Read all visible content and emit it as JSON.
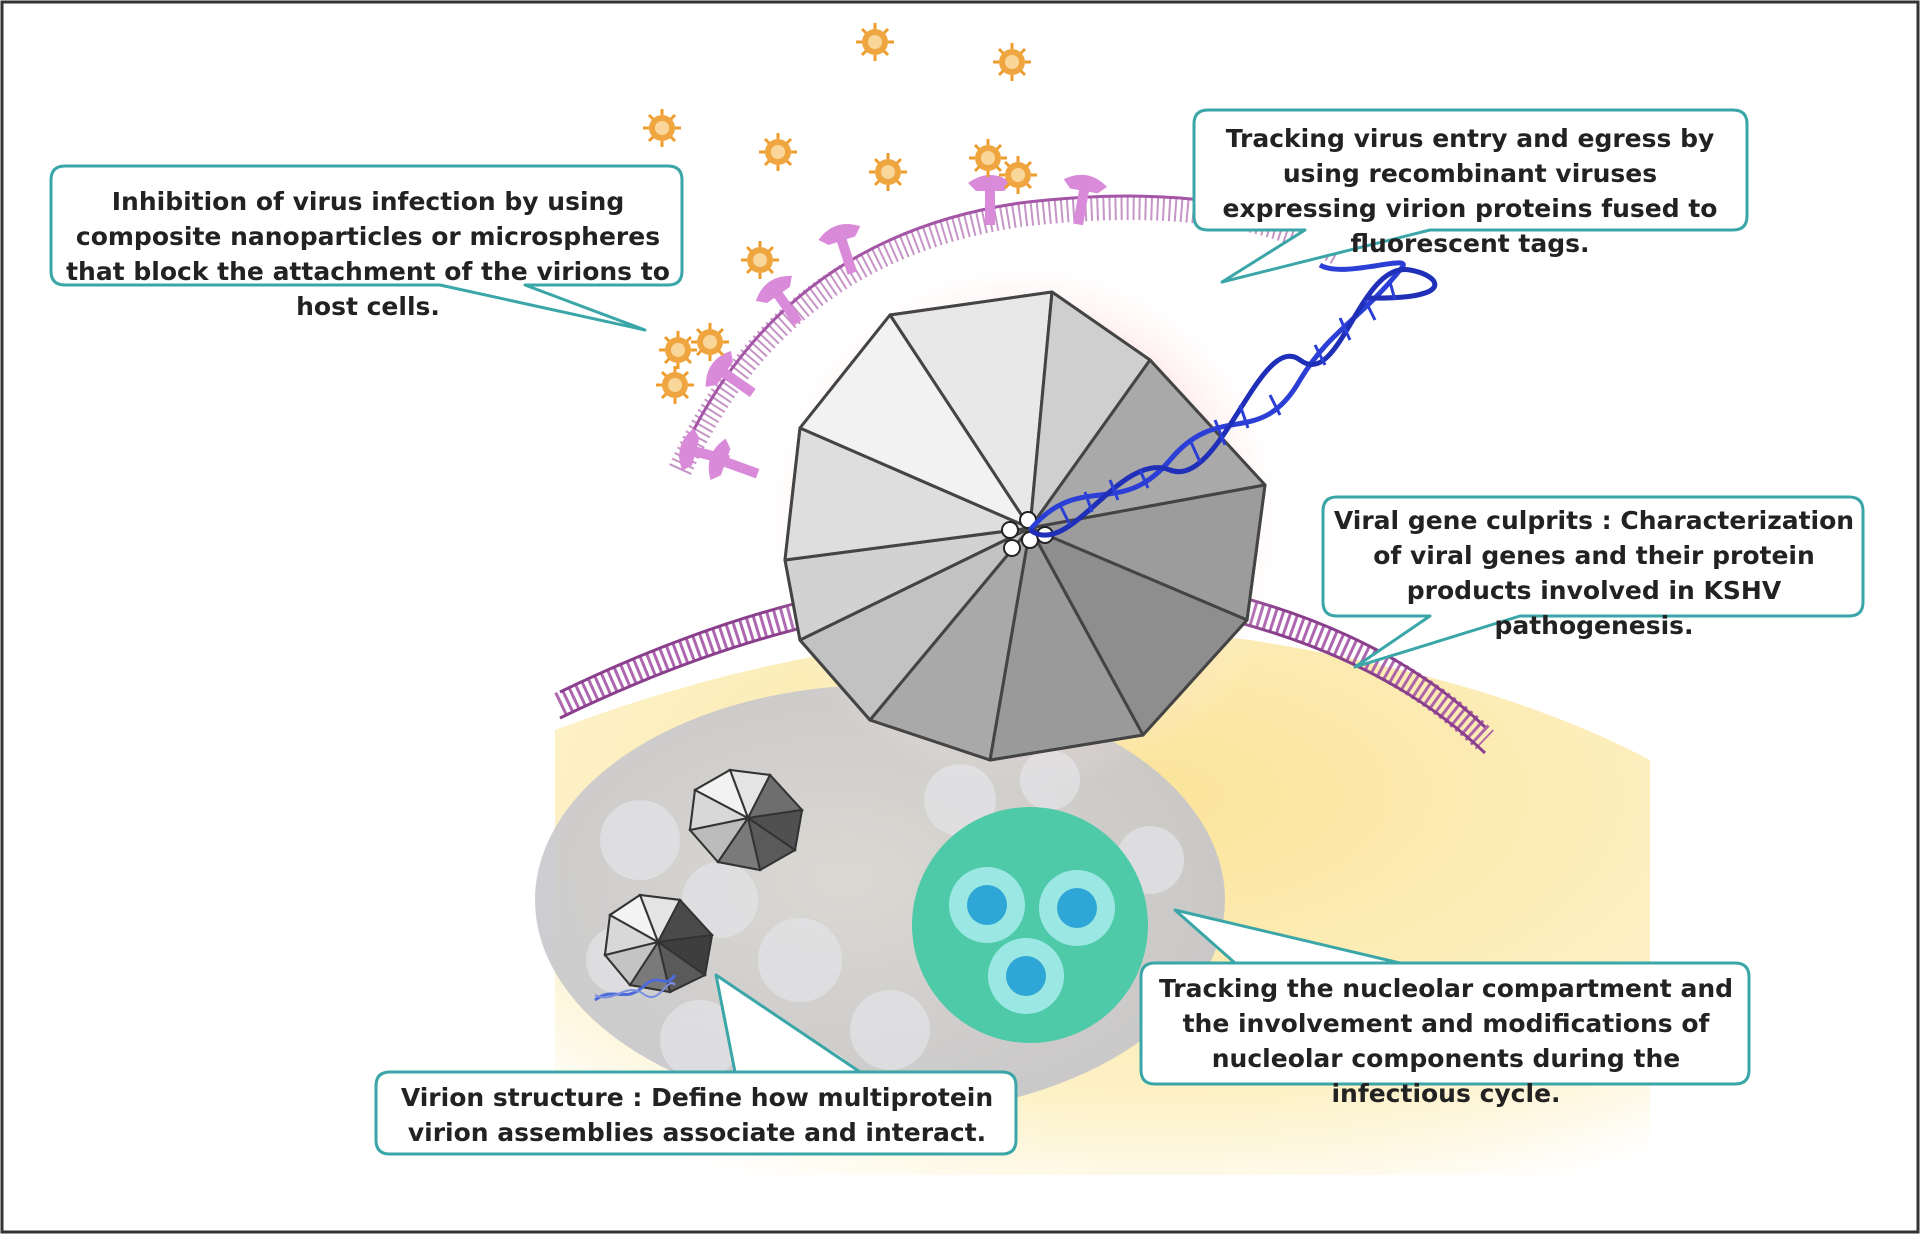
{
  "title": "KSHV research focus areas diagram",
  "colors": {
    "frame": "#333333",
    "callout_border": "#3aa6a8",
    "membrane": "#a455a6",
    "receptor": "#d98ad8",
    "particle": "#eea23c",
    "dna": "#2b3fd6",
    "nucleolus": "#4fcaa8",
    "nucleolus_ring": "#9be7e4",
    "nucleolus_core": "#2ea6d6",
    "cytoplasm": "#fbe49a",
    "capsid": "#b9b9b9"
  },
  "callouts": {
    "inhibition": "Inhibition of virus infection by  using composite nanoparticles or microspheres that block the attachment of the virions to host cells.",
    "tracking_entry": "Tracking virus entry and egress by using recombinant viruses expressing virion proteins fused to fluorescent tags.",
    "viral_gene": "Viral gene culprits : Characterization of viral genes and their protein products involved in KSHV pathogenesis.",
    "nucleolar": "Tracking the nucleolar compartment and the involvement and modifications of nucleolar components during the infectious cycle.",
    "virion_structure": "Virion structure : Define how multiprotein virion assemblies associate and interact."
  },
  "icons": [
    "virus-particle-icon",
    "capsid-icon",
    "dna-helix-icon",
    "receptor-icon",
    "nucleolus-icon"
  ]
}
